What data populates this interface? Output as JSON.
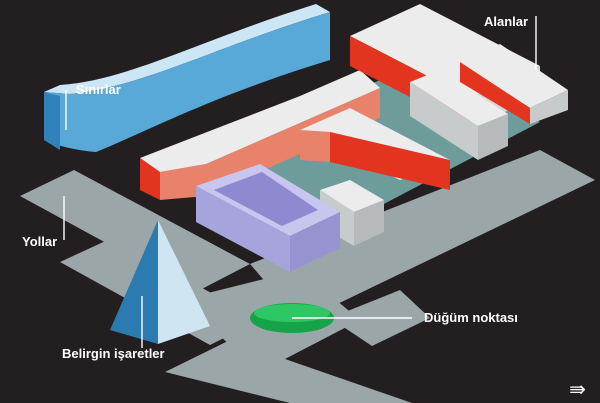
{
  "labels": {
    "boundaries": "Sınırlar",
    "districts": "Alanlar",
    "paths": "Yollar",
    "node": "Düğüm noktası",
    "landmarks": "Belirgin işaretler"
  },
  "nav": {
    "next_icon": "double-arrow-right-icon",
    "next_glyph": "⇛"
  },
  "colors": {
    "background": "#231f20",
    "road": "#9aa6a8",
    "ground": "#6d9c9b",
    "building_top": "#ececec",
    "building_side": "#c8cbcc",
    "building_red_front": "#e2341f",
    "building_red_side": "#e8826a",
    "edge_wall_top": "#8fc7e8",
    "edge_wall_front": "#3d8fc3",
    "purple_building": "#a7a3dc",
    "node_green": "#16a34a",
    "pyramid_dark": "#2b7bb0",
    "pyramid_light": "#cfe6f2"
  }
}
